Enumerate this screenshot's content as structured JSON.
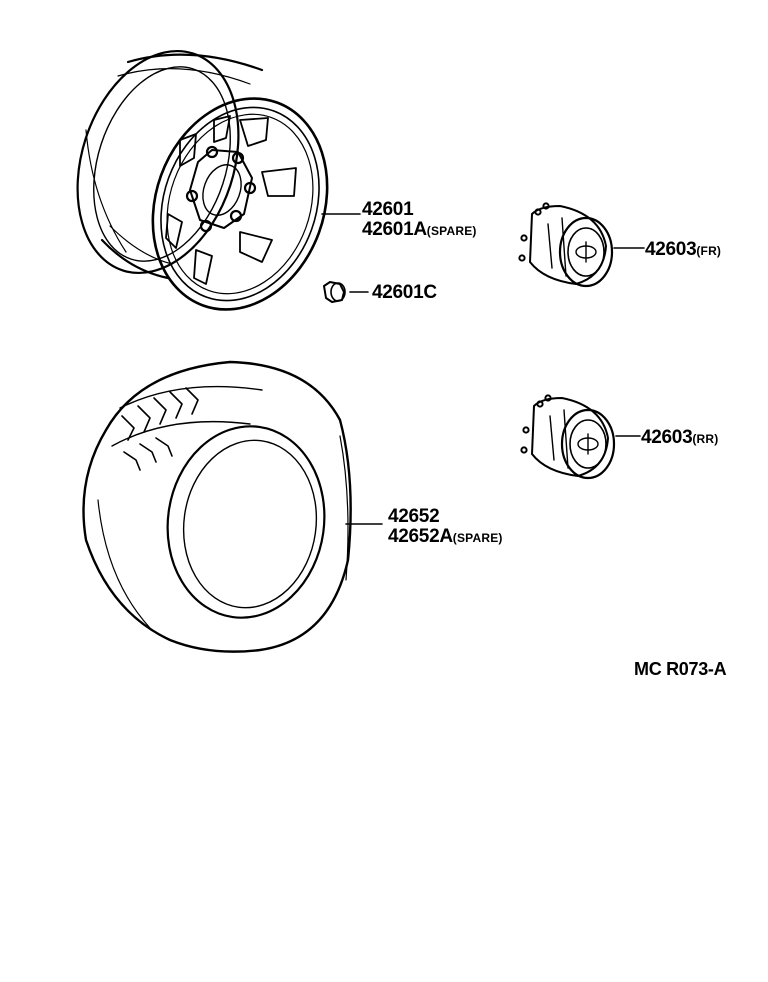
{
  "labels": {
    "wheel": {
      "part": "42601",
      "part_spare": "42601A",
      "spare_tag": "(SPARE)"
    },
    "wheel_nut": {
      "part": "42601C"
    },
    "cap_front": {
      "part": "42603",
      "tag": "(FR)"
    },
    "cap_rear": {
      "part": "42603",
      "tag": "(RR)"
    },
    "tire": {
      "part": "42652",
      "part_spare": "42652A",
      "spare_tag": "(SPARE)"
    }
  },
  "diagram_code": "MC R073-A",
  "colors": {
    "ink": "#000000",
    "paper": "#ffffff"
  }
}
